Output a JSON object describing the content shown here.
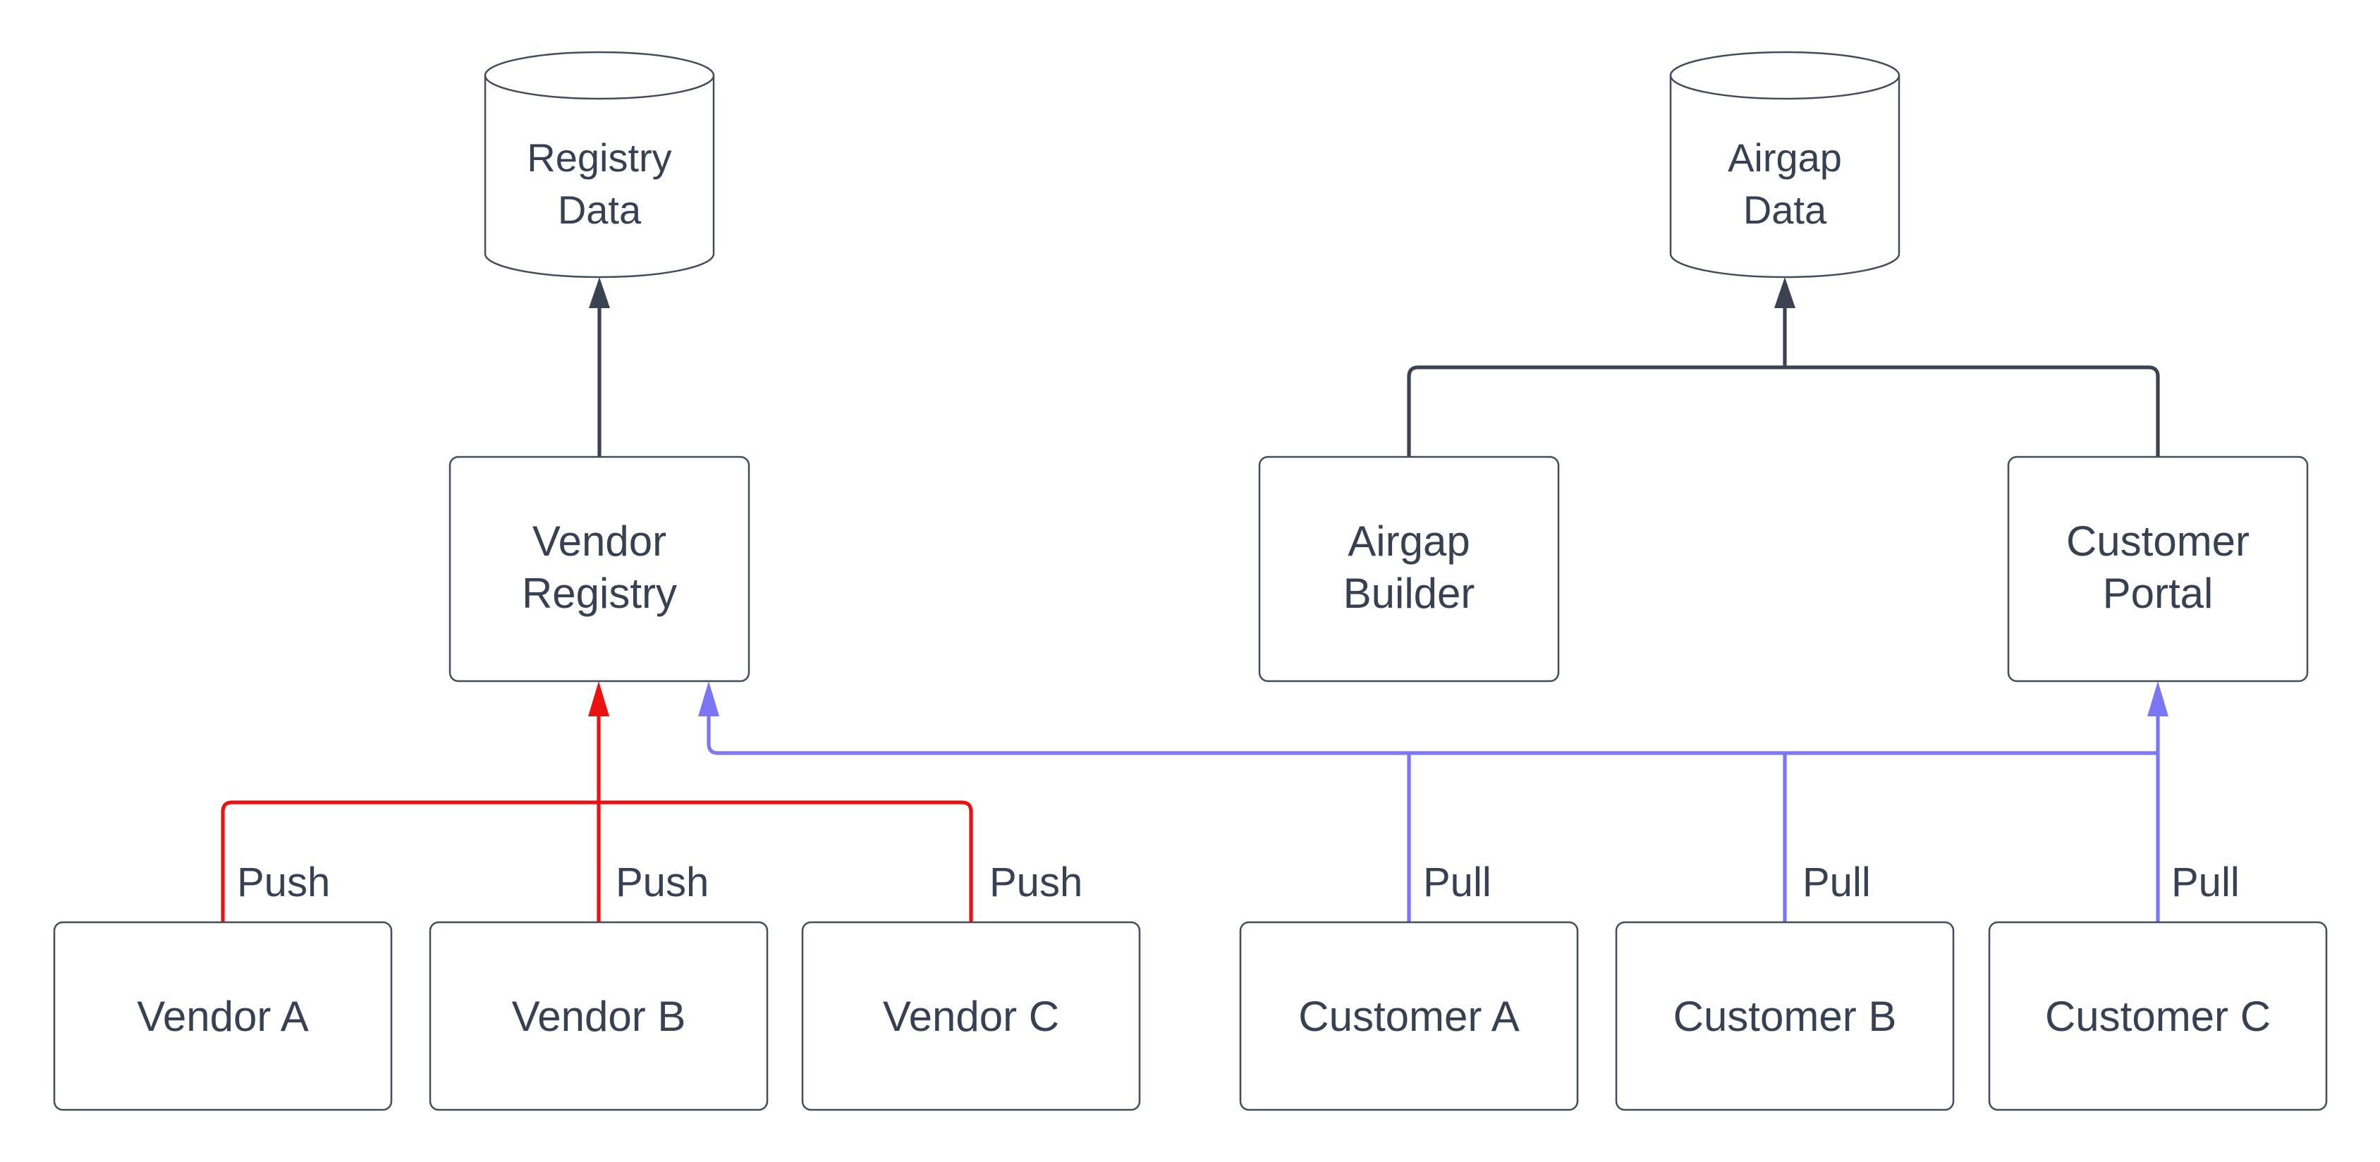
{
  "canvas": {
    "background": "#ffffff"
  },
  "colors": {
    "text": "#374151",
    "node_border": "#424d5c",
    "node_fill": "#ffffff",
    "flow_edge": "#3b4351",
    "push_edge": "#ec1111",
    "pull_edge": "#7b76f6"
  },
  "nodes": {
    "registry_data": {
      "type": "database",
      "line1": "Registry",
      "line2": "Data"
    },
    "airgap_data": {
      "type": "database",
      "line1": "Airgap",
      "line2": "Data"
    },
    "vendor_registry": {
      "type": "process",
      "line1": "Vendor",
      "line2": "Registry"
    },
    "airgap_builder": {
      "type": "process",
      "line1": "Airgap",
      "line2": "Builder"
    },
    "customer_portal": {
      "type": "process",
      "line1": "Customer",
      "line2": "Portal"
    },
    "vendor_a": {
      "type": "process",
      "label": "Vendor A"
    },
    "vendor_b": {
      "type": "process",
      "label": "Vendor B"
    },
    "vendor_c": {
      "type": "process",
      "label": "Vendor C"
    },
    "customer_a": {
      "type": "process",
      "label": "Customer A"
    },
    "customer_b": {
      "type": "process",
      "label": "Customer B"
    },
    "customer_c": {
      "type": "process",
      "label": "Customer C"
    }
  },
  "edges": {
    "push_a": {
      "label": "Push"
    },
    "push_b": {
      "label": "Push"
    },
    "push_c": {
      "label": "Push"
    },
    "pull_a": {
      "label": "Pull"
    },
    "pull_b": {
      "label": "Pull"
    },
    "pull_c": {
      "label": "Pull"
    }
  }
}
